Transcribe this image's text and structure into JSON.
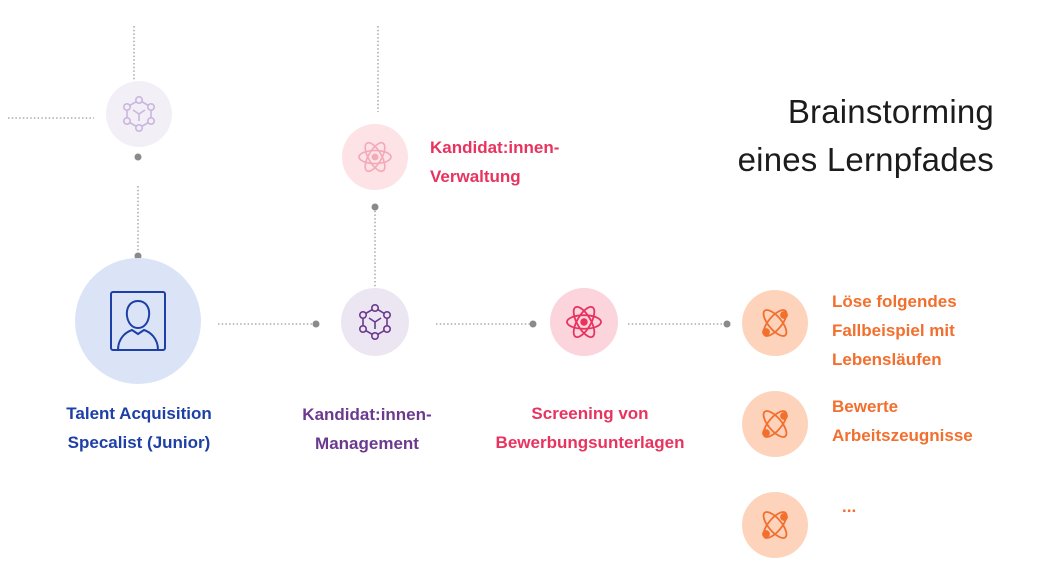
{
  "title": {
    "line1": "Brainstorming",
    "line2": "eines Lernpfades"
  },
  "colors": {
    "role": "#1e3fa6",
    "management": "#6b3a8e",
    "verwaltung": "#e8335f",
    "screening": "#e8335f",
    "tasks": "#f26f2d",
    "connector": "#8a8a8a"
  },
  "nodes": {
    "role": {
      "line1": "Talent Acquisition",
      "line2": "Specalist (Junior)",
      "icon": "person-icon"
    },
    "management": {
      "line1": "Kandidat:innen-",
      "line2": "Management",
      "icon": "hub-icon"
    },
    "verwaltung": {
      "line1": "Kandidat:innen-",
      "line2": "Verwaltung",
      "icon": "atom-icon"
    },
    "screening": {
      "line1": "Screening von",
      "line2": "Bewerbungsunterlagen",
      "icon": "atom-icon"
    },
    "top_left": {
      "icon": "hub-icon"
    }
  },
  "tasks": [
    {
      "line1": "Löse folgendes",
      "line2": "Fallbeispiel mit",
      "line3": "Lebensläufen",
      "icon": "atom-orbit-icon"
    },
    {
      "line1": "Bewerte",
      "line2": "Arbeitszeugnisse",
      "icon": "atom-orbit-icon"
    },
    {
      "line1": "...",
      "icon": "atom-orbit-icon"
    }
  ]
}
